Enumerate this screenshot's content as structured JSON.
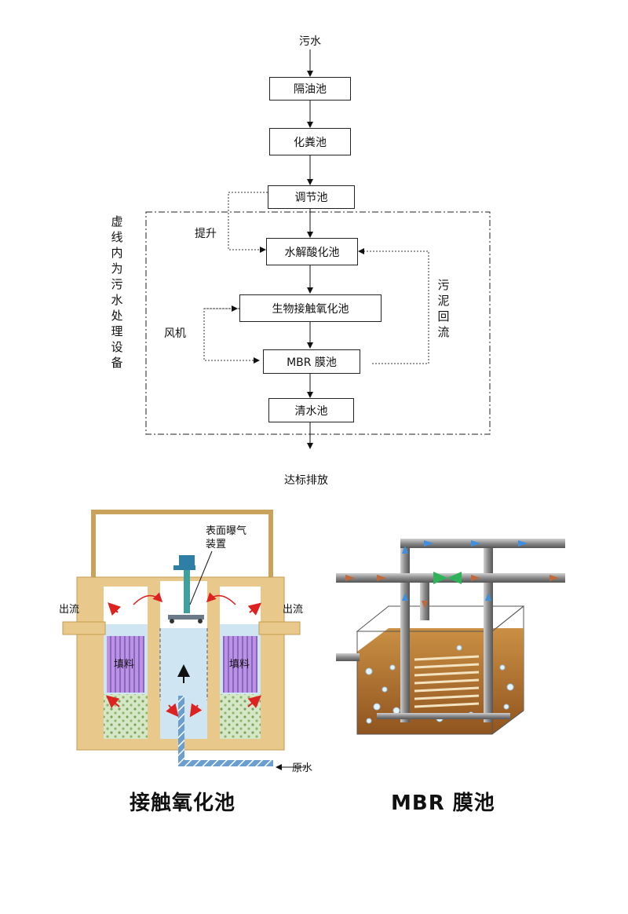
{
  "flow": {
    "input": "污水",
    "steps": [
      "隔油池",
      "化粪池",
      "调节池",
      "水解酸化池",
      "生物接触氧化池",
      "MBR 膜池",
      "清水池"
    ],
    "output": "达标排放",
    "side_labels": {
      "lift": "提升",
      "blower": "风机",
      "sludge_return": "污泥回流",
      "equipment_note": "虚线内为污水处理设备"
    }
  },
  "contact_tank": {
    "aerator_label": "表面曝气装置",
    "outflow_left": "出流",
    "outflow_right": "出流",
    "filler_left": "填料",
    "filler_right": "填料",
    "raw_water": "原水",
    "caption": "接触氧化池"
  },
  "mbr_tank": {
    "caption": "MBR 膜池"
  }
}
